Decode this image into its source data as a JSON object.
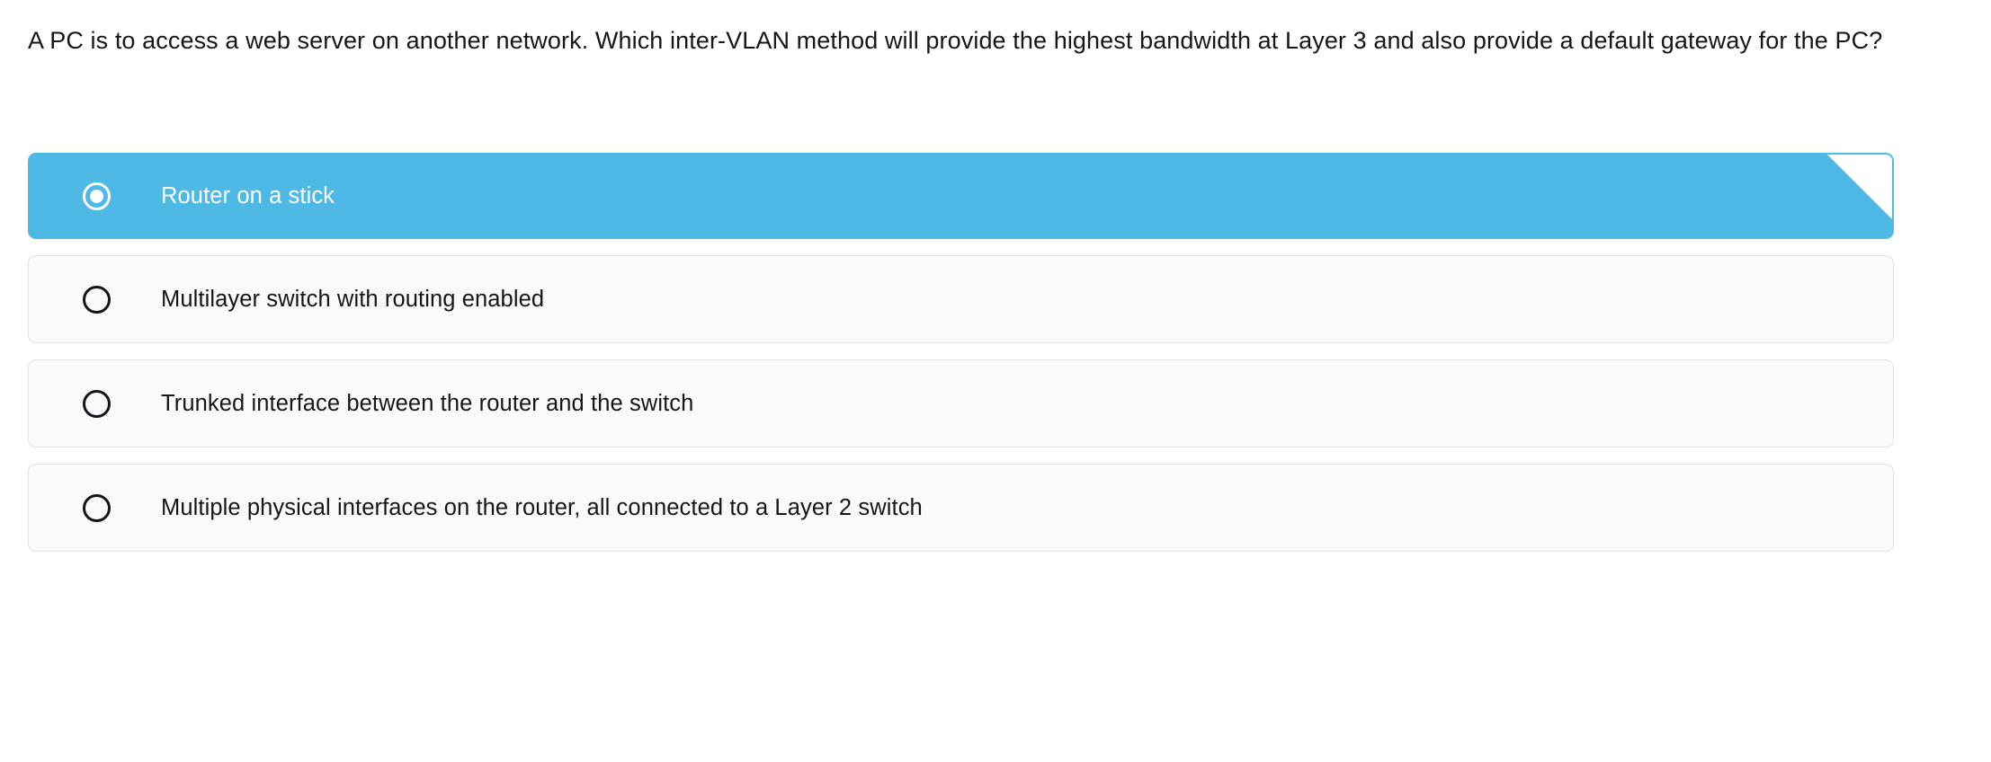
{
  "question": {
    "text": "A PC is to access a web server on another network. Which inter-VLAN method will provide the highest bandwidth at Layer 3 and also provide a default gateway for the PC?"
  },
  "colors": {
    "selected_background": "#4fb9e5",
    "selected_text": "#ffffff",
    "unselected_background": "#fafafb",
    "unselected_border": "#e0e3e8",
    "text": "#161616",
    "page_background": "#ffffff"
  },
  "options": [
    {
      "label": "Router on a stick",
      "selected": true,
      "radio_icon": "radio-checked-icon",
      "corner_marker": "folded-corner-icon"
    },
    {
      "label": "Multilayer switch with routing enabled",
      "selected": false,
      "radio_icon": "radio-unchecked-icon"
    },
    {
      "label": "Trunked interface between the router and the switch",
      "selected": false,
      "radio_icon": "radio-unchecked-icon"
    },
    {
      "label": "Multiple physical interfaces on the router, all connected to a Layer 2 switch",
      "selected": false,
      "radio_icon": "radio-unchecked-icon"
    }
  ]
}
